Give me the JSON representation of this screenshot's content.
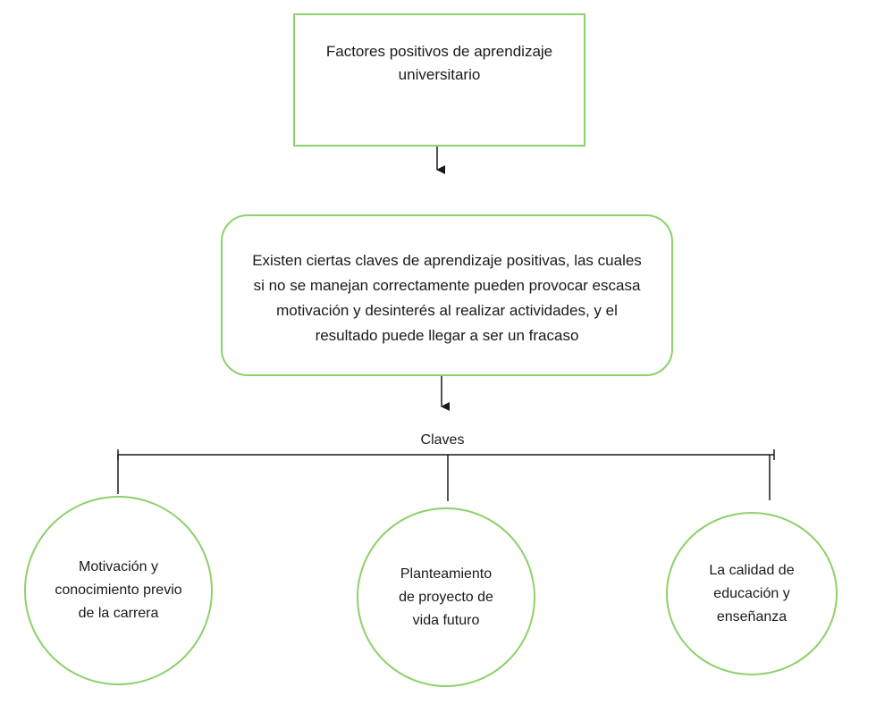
{
  "diagram": {
    "top_node": {
      "text": "Factores positivos de aprendizaje universitario"
    },
    "middle_node": {
      "text": "Existen ciertas claves de aprendizaje positivas, las cuales si no se manejan correctamente pueden provocar escasa motivación y desinterés al realizar actividades, y el resultado puede llegar a ser un fracaso"
    },
    "branch_label": "Claves",
    "leaves": [
      {
        "text": "Motivación y conocimiento previo de la carrera"
      },
      {
        "text": "Planteamiento de proyecto de vida futuro"
      },
      {
        "text": "La calidad de educación y enseñanza"
      }
    ],
    "colors": {
      "node_border": "#8dd16a",
      "connector": "#1a1a1a",
      "background": "#ffffff"
    }
  }
}
